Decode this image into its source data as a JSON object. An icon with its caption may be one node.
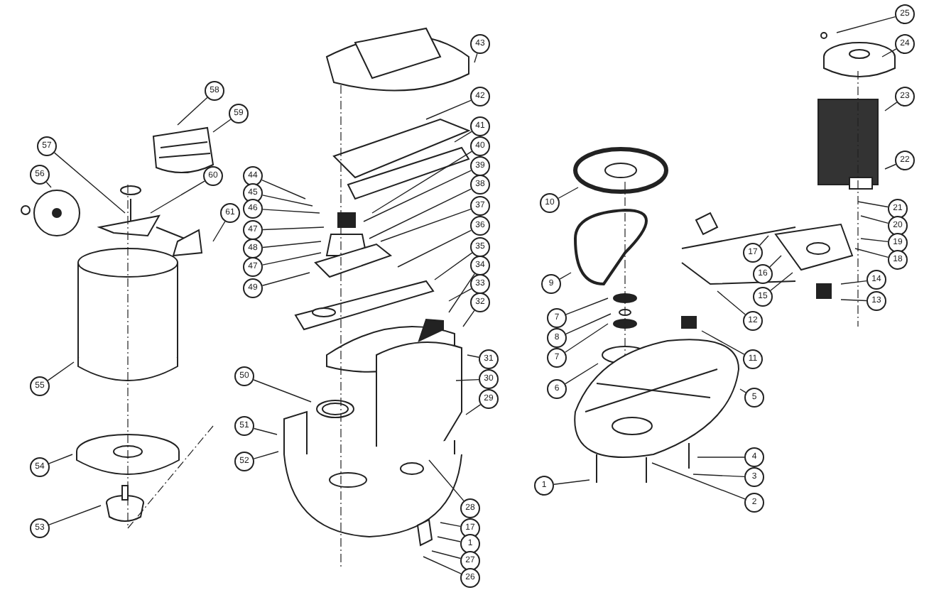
{
  "diagram": {
    "nodes": [
      {
        "text": [
          "58"
        ]
      },
      {
        "text": [
          "59"
        ]
      },
      {
        "text": [
          "57"
        ]
      },
      {
        "text": [
          "56"
        ]
      },
      {
        "text": [
          "60"
        ]
      },
      {
        "text": [
          "61"
        ]
      },
      {
        "text": [
          "55"
        ]
      },
      {
        "text": [
          "54"
        ]
      },
      {
        "text": [
          "53"
        ]
      },
      {
        "text": [
          "43"
        ]
      },
      {
        "text": [
          "42"
        ]
      },
      {
        "text": [
          "41"
        ]
      },
      {
        "text": [
          "40"
        ]
      },
      {
        "text": [
          "39"
        ]
      },
      {
        "text": [
          "38"
        ]
      },
      {
        "text": [
          "37"
        ]
      },
      {
        "text": [
          "36"
        ]
      },
      {
        "text": [
          "35"
        ]
      },
      {
        "text": [
          "34"
        ]
      },
      {
        "text": [
          "33"
        ]
      },
      {
        "text": [
          "32"
        ]
      },
      {
        "text": [
          "44"
        ]
      },
      {
        "text": [
          "45"
        ]
      },
      {
        "text": [
          "46"
        ]
      },
      {
        "text": [
          "47"
        ]
      },
      {
        "text": [
          "48"
        ]
      },
      {
        "text": [
          "47"
        ]
      },
      {
        "text": [
          "49"
        ]
      },
      {
        "text": [
          "31"
        ]
      },
      {
        "text": [
          "30"
        ]
      },
      {
        "text": [
          "29"
        ]
      },
      {
        "text": [
          "50"
        ]
      },
      {
        "text": [
          "51"
        ]
      },
      {
        "text": [
          "52"
        ]
      },
      {
        "text": [
          "28"
        ]
      },
      {
        "text": [
          "17"
        ]
      },
      {
        "text": [
          "1"
        ]
      },
      {
        "text": [
          "27"
        ]
      },
      {
        "text": [
          "26"
        ]
      },
      {
        "text": [
          "25"
        ]
      },
      {
        "text": [
          "24"
        ]
      },
      {
        "text": [
          "23"
        ]
      },
      {
        "text": [
          "22"
        ]
      },
      {
        "text": [
          "21"
        ]
      },
      {
        "text": [
          "20"
        ]
      },
      {
        "text": [
          "19"
        ]
      },
      {
        "text": [
          "18"
        ]
      },
      {
        "text": [
          "14"
        ]
      },
      {
        "text": [
          "13"
        ]
      },
      {
        "text": [
          "17"
        ]
      },
      {
        "text": [
          "16"
        ]
      },
      {
        "text": [
          "15"
        ]
      },
      {
        "text": [
          "10"
        ]
      },
      {
        "text": [
          "9"
        ]
      },
      {
        "text": [
          "7"
        ]
      },
      {
        "text": [
          "8"
        ]
      },
      {
        "text": [
          "7"
        ]
      },
      {
        "text": [
          "6"
        ]
      },
      {
        "text": [
          "12"
        ]
      },
      {
        "text": [
          "11"
        ]
      },
      {
        "text": [
          "5"
        ]
      },
      {
        "text": [
          "4"
        ]
      },
      {
        "text": [
          "3"
        ]
      },
      {
        "text": [
          "2"
        ]
      },
      {
        "text": [
          "1"
        ]
      }
    ],
    "edges": [
      {
        "from": 0,
        "to": null,
        "arrow": "none"
      },
      {
        "from": 1,
        "to": null,
        "arrow": "none"
      },
      {
        "from": 2,
        "to": null,
        "arrow": "none"
      },
      {
        "from": 3,
        "to": null,
        "arrow": "none"
      },
      {
        "from": 4,
        "to": null,
        "arrow": "none"
      },
      {
        "from": 5,
        "to": null,
        "arrow": "none"
      },
      {
        "from": 6,
        "to": null,
        "arrow": "none"
      },
      {
        "from": 7,
        "to": null,
        "arrow": "none"
      },
      {
        "from": 8,
        "to": null,
        "arrow": "none"
      },
      {
        "from": 9,
        "to": null,
        "arrow": "none"
      },
      {
        "from": 10,
        "to": null,
        "arrow": "none"
      },
      {
        "from": 11,
        "to": null,
        "arrow": "none"
      },
      {
        "from": 12,
        "to": null,
        "arrow": "none"
      },
      {
        "from": 13,
        "to": null,
        "arrow": "none"
      },
      {
        "from": 14,
        "to": null,
        "arrow": "none"
      },
      {
        "from": 15,
        "to": null,
        "arrow": "none"
      },
      {
        "from": 16,
        "to": null,
        "arrow": "none"
      },
      {
        "from": 17,
        "to": null,
        "arrow": "none"
      },
      {
        "from": 18,
        "to": null,
        "arrow": "none"
      },
      {
        "from": 19,
        "to": null,
        "arrow": "none"
      },
      {
        "from": 20,
        "to": null,
        "arrow": "none"
      },
      {
        "from": 21,
        "to": null,
        "arrow": "none"
      },
      {
        "from": 22,
        "to": null,
        "arrow": "none"
      },
      {
        "from": 23,
        "to": null,
        "arrow": "none"
      },
      {
        "from": 24,
        "to": null,
        "arrow": "none"
      },
      {
        "from": 25,
        "to": null,
        "arrow": "none"
      },
      {
        "from": 26,
        "to": null,
        "arrow": "none"
      },
      {
        "from": 27,
        "to": null,
        "arrow": "none"
      },
      {
        "from": 28,
        "to": null,
        "arrow": "none"
      },
      {
        "from": 29,
        "to": null,
        "arrow": "none"
      },
      {
        "from": 30,
        "to": null,
        "arrow": "none"
      },
      {
        "from": 31,
        "to": null,
        "arrow": "none"
      },
      {
        "from": 32,
        "to": null,
        "arrow": "none"
      },
      {
        "from": 33,
        "to": null,
        "arrow": "none"
      },
      {
        "from": 34,
        "to": null,
        "arrow": "none"
      },
      {
        "from": 35,
        "to": null,
        "arrow": "none"
      },
      {
        "from": 36,
        "to": null,
        "arrow": "none"
      },
      {
        "from": 37,
        "to": null,
        "arrow": "none"
      },
      {
        "from": 38,
        "to": null,
        "arrow": "none"
      },
      {
        "from": 39,
        "to": null,
        "arrow": "none"
      },
      {
        "from": 40,
        "to": null,
        "arrow": "none"
      },
      {
        "from": 41,
        "to": null,
        "arrow": "none"
      },
      {
        "from": 42,
        "to": null,
        "arrow": "none"
      },
      {
        "from": 43,
        "to": null,
        "arrow": "none"
      },
      {
        "from": 44,
        "to": null,
        "arrow": "none"
      },
      {
        "from": 45,
        "to": null,
        "arrow": "none"
      },
      {
        "from": 46,
        "to": null,
        "arrow": "none"
      },
      {
        "from": 47,
        "to": null,
        "arrow": "none"
      },
      {
        "from": 48,
        "to": null,
        "arrow": "none"
      },
      {
        "from": 49,
        "to": null,
        "arrow": "none"
      },
      {
        "from": 50,
        "to": null,
        "arrow": "none"
      },
      {
        "from": 51,
        "to": null,
        "arrow": "none"
      },
      {
        "from": 52,
        "to": null,
        "arrow": "none"
      },
      {
        "from": 53,
        "to": null,
        "arrow": "none"
      },
      {
        "from": 54,
        "to": null,
        "arrow": "none"
      },
      {
        "from": 55,
        "to": null,
        "arrow": "none"
      },
      {
        "from": 56,
        "to": null,
        "arrow": "none"
      },
      {
        "from": 57,
        "to": null,
        "arrow": "none"
      },
      {
        "from": 58,
        "to": null,
        "arrow": "none"
      },
      {
        "from": 59,
        "to": null,
        "arrow": "none"
      },
      {
        "from": 60,
        "to": null,
        "arrow": "none"
      },
      {
        "from": 61,
        "to": null,
        "arrow": "none"
      },
      {
        "from": 62,
        "to": null,
        "arrow": "none"
      },
      {
        "from": 63,
        "to": null,
        "arrow": "none"
      },
      {
        "from": 64,
        "to": null,
        "arrow": "none"
      }
    ]
  }
}
